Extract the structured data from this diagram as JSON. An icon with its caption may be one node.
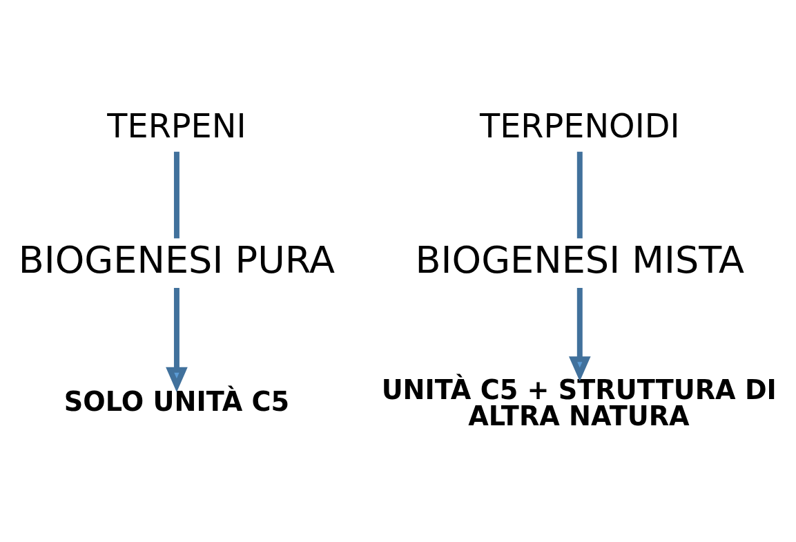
{
  "diagram": {
    "nodes": [
      {
        "text": [
          "TERPENI"
        ]
      },
      {
        "text": [
          "TERPENOIDI"
        ]
      },
      {
        "text": [
          "BIOGENESI PURA"
        ]
      },
      {
        "text": [
          "BIOGENESI MISTA"
        ]
      },
      {
        "text": [
          "SOLO UNITÀ C5"
        ]
      },
      {
        "text": [
          "UNITÀ C5 + STRUTTURA DI ALTRA NATURA"
        ]
      }
    ],
    "edges": [
      {
        "from": 0,
        "to": 2,
        "arrow": "none"
      },
      {
        "from": 2,
        "to": 4,
        "arrow": "to"
      },
      {
        "from": 1,
        "to": 3,
        "arrow": "none"
      },
      {
        "from": 3,
        "to": 5,
        "arrow": "to"
      }
    ]
  }
}
